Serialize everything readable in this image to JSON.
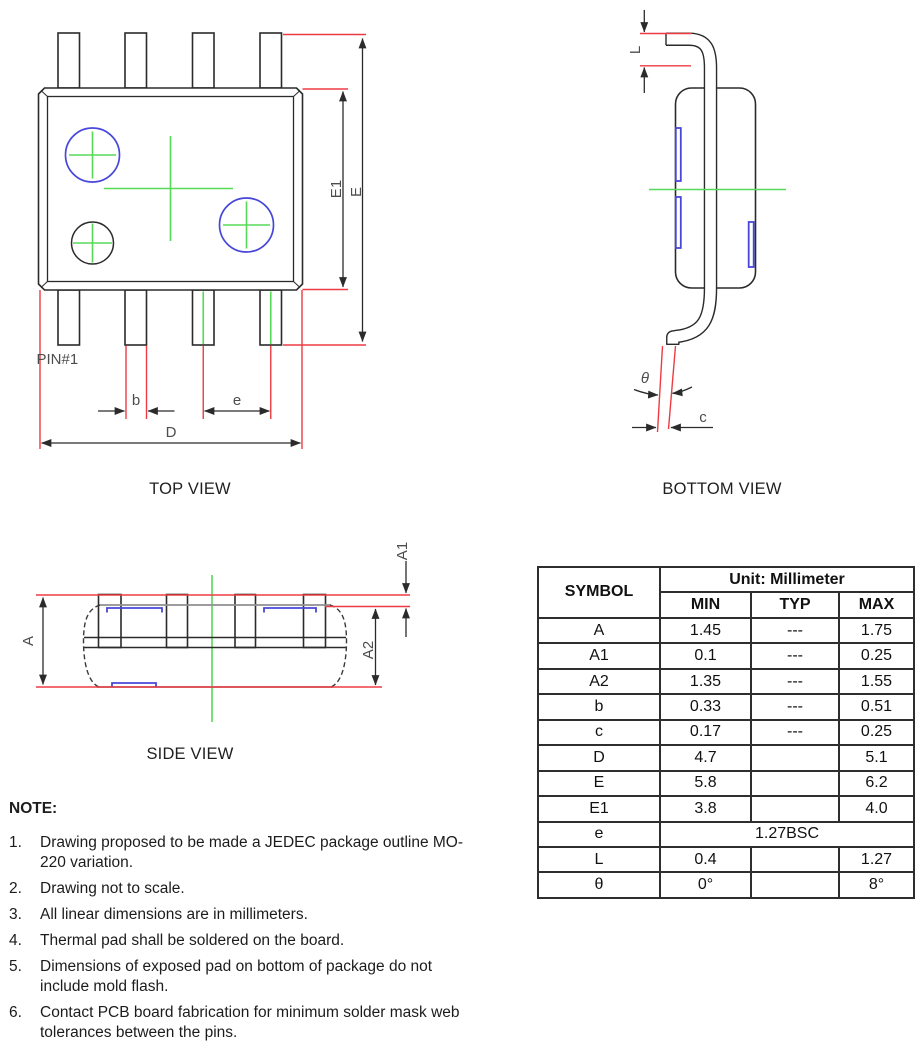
{
  "drawings": {
    "top_view": {
      "caption": "TOP VIEW",
      "pin1_label": "PIN#1",
      "dim_e1": "E1",
      "dim_e_outer": "E",
      "dim_b": "b",
      "dim_pitch": "e",
      "dim_d": "D"
    },
    "bottom_view": {
      "caption": "BOTTOM VIEW",
      "dim_l": "L",
      "dim_theta": "θ",
      "dim_c": "c"
    },
    "side_view": {
      "caption": "SIDE VIEW",
      "dim_a": "A",
      "dim_a1": "A1",
      "dim_a2": "A2"
    }
  },
  "table": {
    "header": {
      "symbol": "SYMBOL",
      "unit": "Unit: Millimeter",
      "min": "MIN",
      "typ": "TYP",
      "max": "MAX"
    },
    "rows": [
      {
        "symbol": "A",
        "min": "1.45",
        "typ": "---",
        "max": "1.75"
      },
      {
        "symbol": "A1",
        "min": "0.1",
        "typ": "---",
        "max": "0.25"
      },
      {
        "symbol": "A2",
        "min": "1.35",
        "typ": "---",
        "max": "1.55"
      },
      {
        "symbol": "b",
        "min": "0.33",
        "typ": "---",
        "max": "0.51"
      },
      {
        "symbol": "c",
        "min": "0.17",
        "typ": "---",
        "max": "0.25"
      },
      {
        "symbol": "D",
        "min": "4.7",
        "typ": "",
        "max": "5.1"
      },
      {
        "symbol": "E",
        "min": "5.8",
        "typ": "",
        "max": "6.2"
      },
      {
        "symbol": "E1",
        "min": "3.8",
        "typ": "",
        "max": "4.0"
      },
      {
        "symbol": "e",
        "span": "1.27BSC"
      },
      {
        "symbol": "L",
        "min": "0.4",
        "typ": "",
        "max": "1.27"
      },
      {
        "symbol": "θ",
        "min": "0°",
        "typ": "",
        "max": "8°"
      }
    ]
  },
  "notes": {
    "heading": "NOTE:",
    "items": [
      {
        "num": "1.",
        "text": "Drawing proposed to be made a JEDEC package outline MO-220 variation."
      },
      {
        "num": "2.",
        "text": "Drawing not to scale."
      },
      {
        "num": "3.",
        "text": "All linear dimensions are in millimeters."
      },
      {
        "num": "4.",
        "text": "Thermal pad shall be soldered on the board."
      },
      {
        "num": "5.",
        "text": "Dimensions of exposed pad on bottom of package do not include mold flash."
      },
      {
        "num": "6.",
        "text": "Contact PCB board fabrication for minimum solder mask web tolerances between the pins."
      }
    ]
  },
  "colors": {
    "drawing_line": "#2b2b2b",
    "dimension_red": "#ee3b43",
    "centerline_green": "#57d957",
    "pad_blue": "#4747d9",
    "label_gray": "#4d4d4d"
  }
}
